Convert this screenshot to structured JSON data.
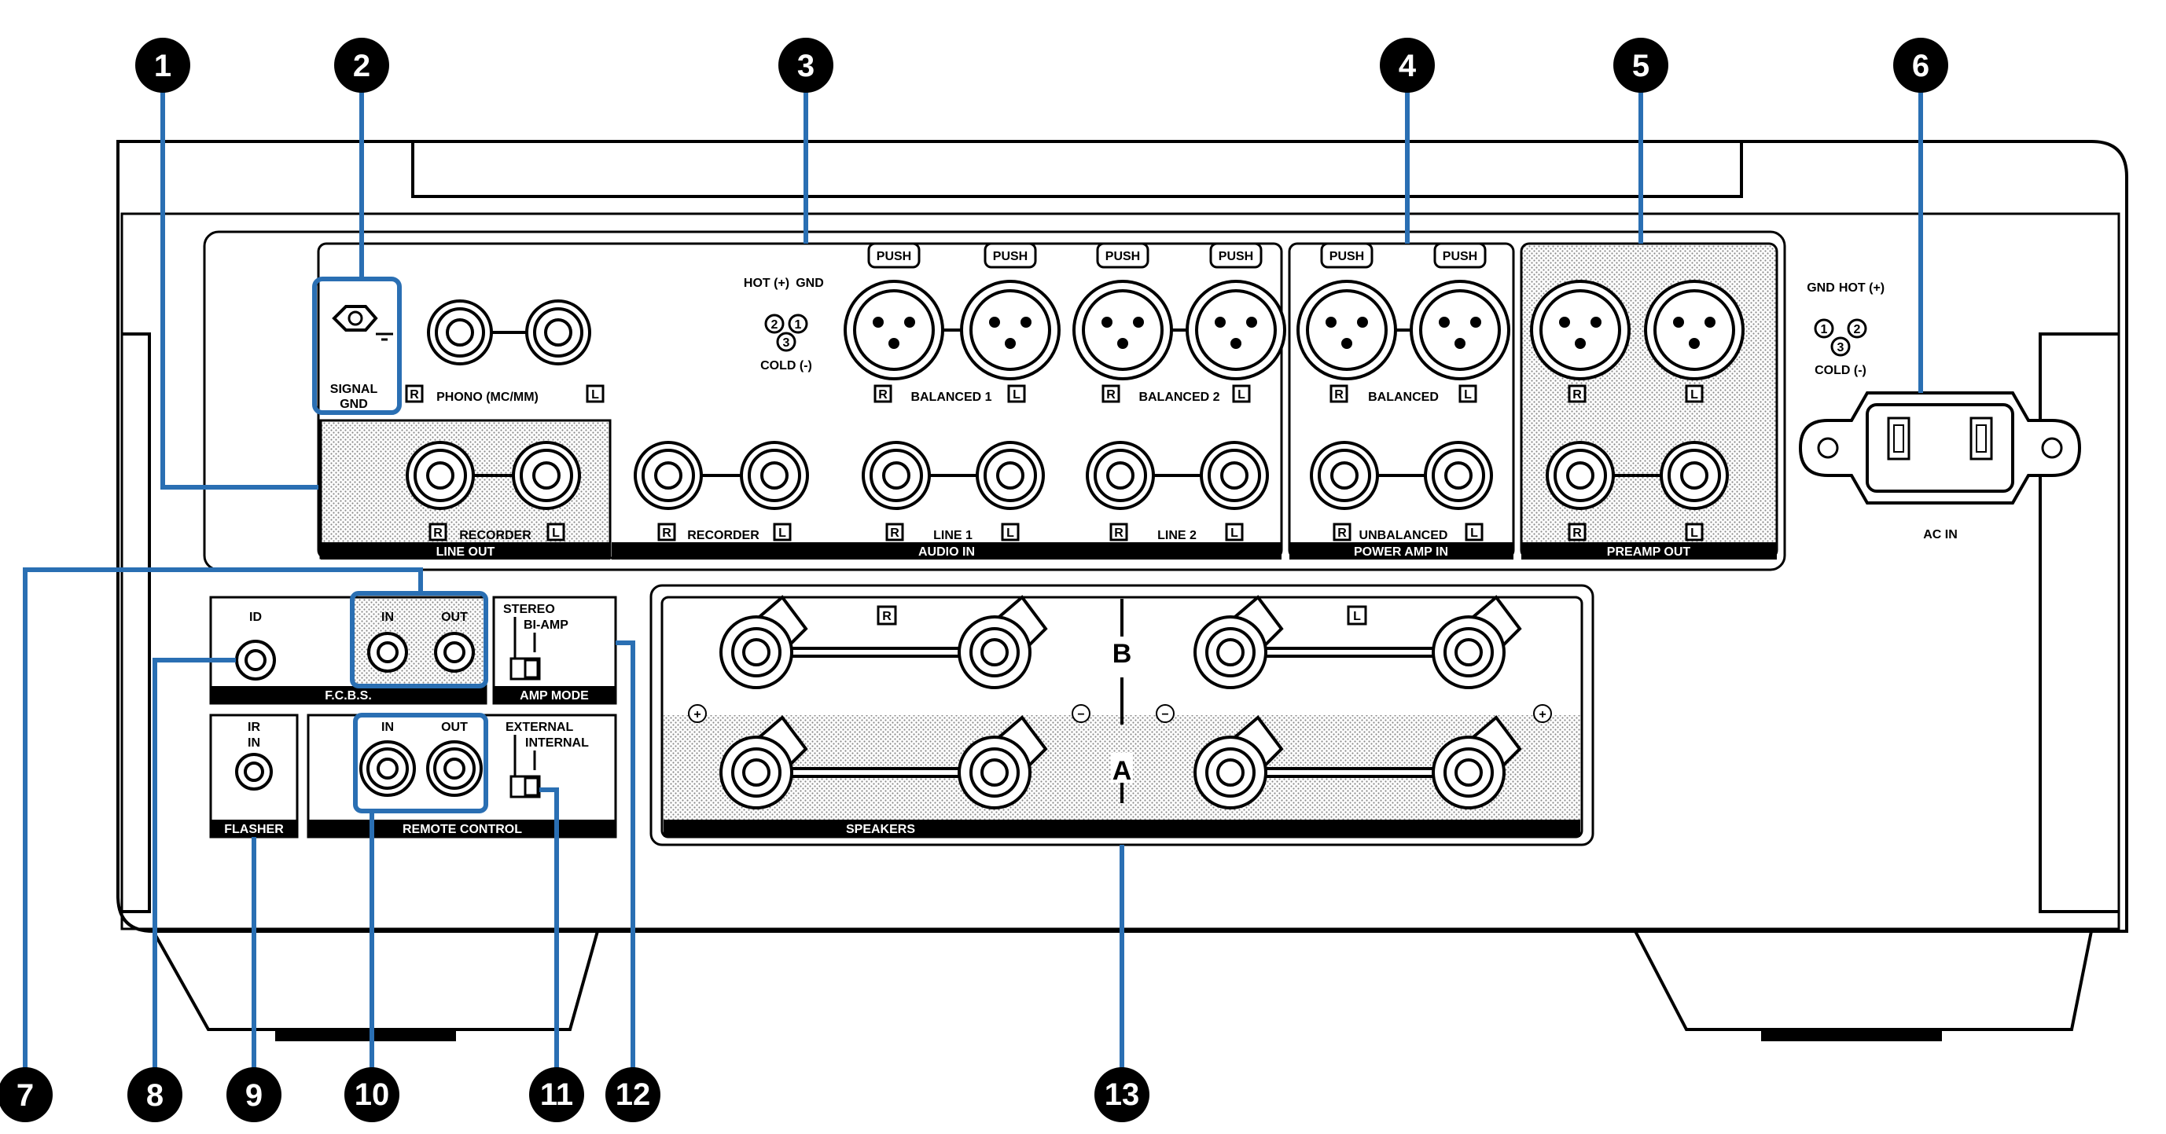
{
  "callouts": [
    "1",
    "2",
    "3",
    "4",
    "5",
    "6",
    "7",
    "8",
    "9",
    "10",
    "11",
    "12",
    "13"
  ],
  "labels": {
    "signal_gnd_1": "SIGNAL",
    "signal_gnd_2": "GND",
    "phono": "PHONO (MC/MM)",
    "balanced1": "BALANCED 1",
    "balanced2": "BALANCED 2",
    "balanced_pa": "BALANCED",
    "unbalanced": "UNBALANCED",
    "recorder": "RECORDER",
    "line1": "LINE 1",
    "line2": "LINE 2",
    "line_out": "LINE OUT",
    "audio_in": "AUDIO IN",
    "power_amp_in": "POWER AMP IN",
    "preamp_out": "PREAMP OUT",
    "push": "PUSH",
    "pin_hot": "HOT (+)",
    "pin_gnd": "GND",
    "pin_cold": "COLD (-)",
    "pin1": "1",
    "pin2": "2",
    "pin3": "3",
    "ac_in": "AC IN",
    "id": "ID",
    "fcbs": "F.C.B.S.",
    "in": "IN",
    "out": "OUT",
    "stereo": "STEREO",
    "bi_amp": "BI-AMP",
    "amp_mode": "AMP MODE",
    "ir": "IR",
    "ir_in": "IN",
    "flasher": "FLASHER",
    "external": "EXTERNAL",
    "internal": "INTERNAL",
    "remote_control": "REMOTE CONTROL",
    "speakers": "SPEAKERS",
    "speaker_a": "A",
    "speaker_b": "B",
    "ch_r": "R",
    "ch_l": "L",
    "plus": "+",
    "minus": "−"
  },
  "colors": {
    "callout_line": "#2a6fb3",
    "callout_badge": "#000000",
    "outline": "#000000",
    "label_bar": "#000000",
    "dotted_area": "#d9d9d9"
  }
}
